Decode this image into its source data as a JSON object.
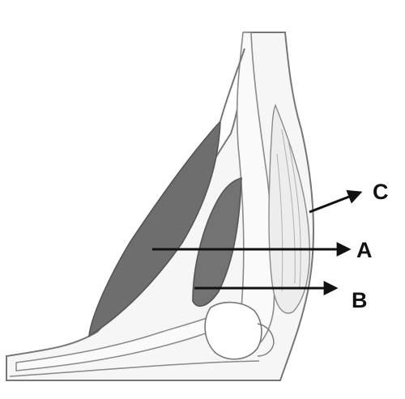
{
  "labels": {
    "a": "A",
    "b": "B",
    "c": "C"
  },
  "colors": {
    "outline": "#555555",
    "muscle_fill": "#6f6f6f",
    "muscle_light": "#8c8c8c",
    "bone_fill": "#ffffff",
    "skin_fill": "#f2f2f2",
    "arrow": "#111111"
  }
}
